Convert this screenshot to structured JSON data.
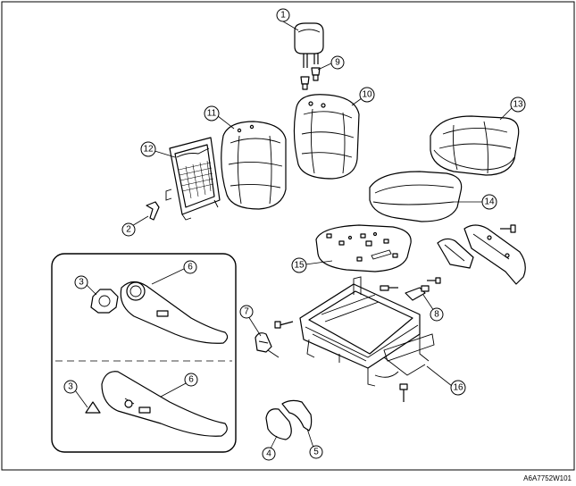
{
  "diagram": {
    "reference_code": "A6A7752W101",
    "callouts": [
      {
        "id": "c1",
        "label": "1"
      },
      {
        "id": "c2",
        "label": "2"
      },
      {
        "id": "c3a",
        "label": "3"
      },
      {
        "id": "c3b",
        "label": "3"
      },
      {
        "id": "c4",
        "label": "4"
      },
      {
        "id": "c5",
        "label": "5"
      },
      {
        "id": "c6a",
        "label": "6"
      },
      {
        "id": "c6b",
        "label": "6"
      },
      {
        "id": "c7",
        "label": "7"
      },
      {
        "id": "c8",
        "label": "8"
      },
      {
        "id": "c9",
        "label": "9"
      },
      {
        "id": "c10",
        "label": "10"
      },
      {
        "id": "c11",
        "label": "11"
      },
      {
        "id": "c12",
        "label": "12"
      },
      {
        "id": "c13",
        "label": "13"
      },
      {
        "id": "c14",
        "label": "14"
      },
      {
        "id": "c15",
        "label": "15"
      },
      {
        "id": "c16",
        "label": "16"
      }
    ]
  }
}
